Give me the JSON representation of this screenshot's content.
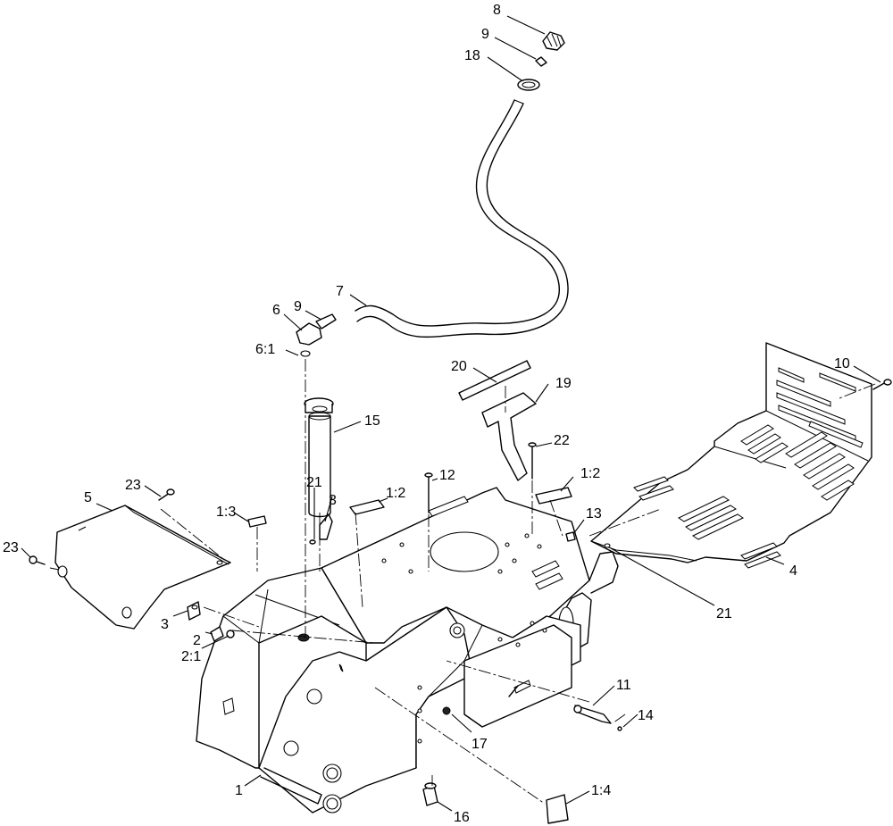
{
  "diagram": {
    "callouts": [
      {
        "id": "c8",
        "text": "8"
      },
      {
        "id": "c9a",
        "text": "9"
      },
      {
        "id": "c18",
        "text": "18"
      },
      {
        "id": "c7",
        "text": "7"
      },
      {
        "id": "c6",
        "text": "6"
      },
      {
        "id": "c9b",
        "text": "9"
      },
      {
        "id": "c61",
        "text": "6:1"
      },
      {
        "id": "c20",
        "text": "20"
      },
      {
        "id": "c19",
        "text": "19"
      },
      {
        "id": "c10",
        "text": "10"
      },
      {
        "id": "c15",
        "text": "15"
      },
      {
        "id": "c22",
        "text": "22"
      },
      {
        "id": "c12",
        "text": "12"
      },
      {
        "id": "c12b",
        "text": "1:2"
      },
      {
        "id": "c12c",
        "text": "1:2"
      },
      {
        "id": "c21a",
        "text": "21"
      },
      {
        "id": "c3a",
        "text": "3"
      },
      {
        "id": "c13",
        "text": "13"
      },
      {
        "id": "c23a",
        "text": "23"
      },
      {
        "id": "c5",
        "text": "5"
      },
      {
        "id": "c13b",
        "text": "1:3"
      },
      {
        "id": "c23b",
        "text": "23"
      },
      {
        "id": "c4",
        "text": "4"
      },
      {
        "id": "c21b",
        "text": "21"
      },
      {
        "id": "c3b",
        "text": "3"
      },
      {
        "id": "c2",
        "text": "2"
      },
      {
        "id": "c21c",
        "text": "2:1"
      },
      {
        "id": "c11",
        "text": "11"
      },
      {
        "id": "c14",
        "text": "14"
      },
      {
        "id": "c17",
        "text": "17"
      },
      {
        "id": "c1",
        "text": "1"
      },
      {
        "id": "c14b",
        "text": "1:4"
      },
      {
        "id": "c16",
        "text": "16"
      }
    ]
  }
}
